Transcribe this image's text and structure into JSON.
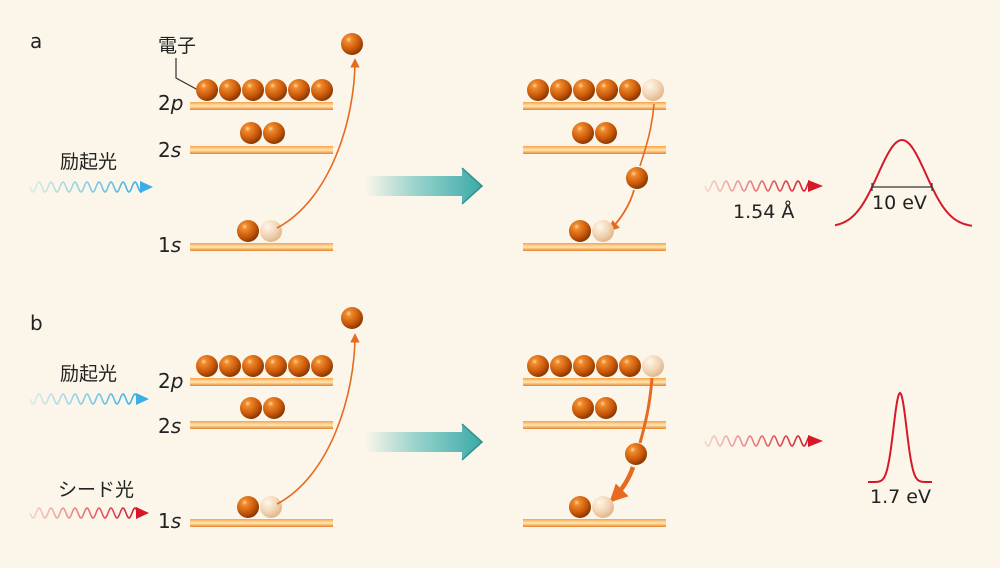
{
  "panel_a": {
    "label": "a",
    "electron_label": "電子",
    "level_2p_num": "2",
    "level_2p_orb": "p",
    "level_2s_num": "2",
    "level_2s_orb": "s",
    "level_1s_num": "1",
    "level_1s_orb": "s",
    "excitation_label": "励起光",
    "wavelength_label": "1.54 Å",
    "width_label": "10 eV"
  },
  "panel_b": {
    "label": "b",
    "excitation_label": "励起光",
    "seed_label": "シード光",
    "level_2p_num": "2",
    "level_2p_orb": "p",
    "level_2s_num": "2",
    "level_2s_orb": "s",
    "level_1s_num": "1",
    "level_1s_orb": "s",
    "width_label": "1.7 eV"
  },
  "colors": {
    "background": "#fbf6e9",
    "level_bar": "#ef8a2e",
    "electron": "#d9620a",
    "hole": "#f0d2b0",
    "arrow": "#e66a22",
    "process_arrow": "#43b3b1",
    "excitation_wave": "#3aaee6",
    "emission_wave": "#d6192a",
    "spectrum": "#d6192a"
  }
}
